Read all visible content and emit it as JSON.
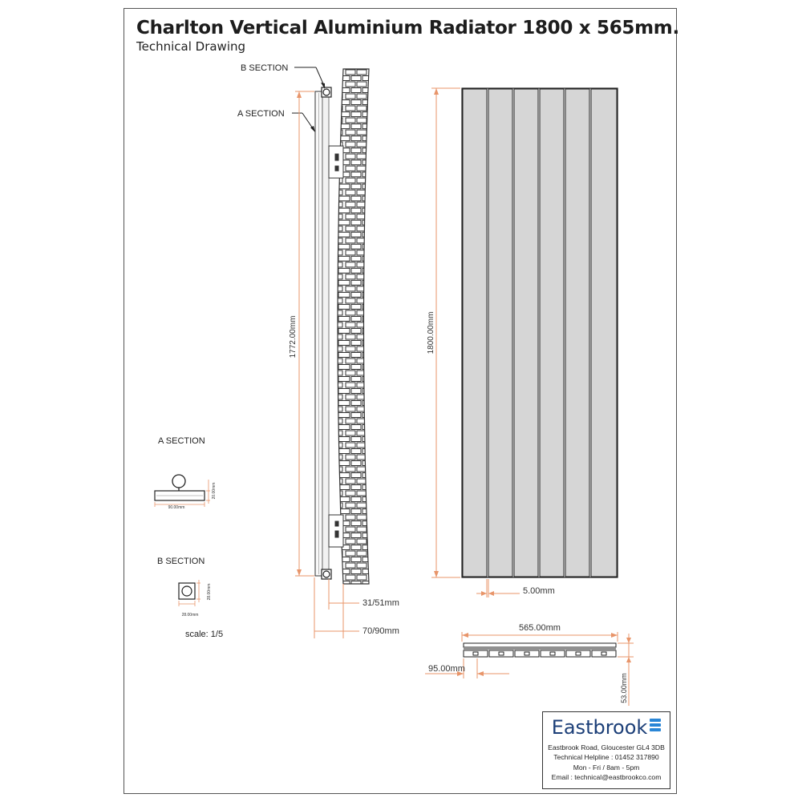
{
  "header": {
    "title": "Charlton Vertical Aluminium Radiator 1800 x 565mm.",
    "subtitle": "Technical Drawing"
  },
  "labels": {
    "b_section_top": "B SECTION",
    "a_section_top": "A SECTION",
    "a_section_detail": "A SECTION",
    "b_section_detail": "B SECTION",
    "scale": "scale: 1/5"
  },
  "dimensions": {
    "side_height": "1772.00mm",
    "front_height": "1800.00mm",
    "wall_gap": "31/51mm",
    "depth": "70/90mm",
    "bar_gap": "5.00mm",
    "width": "565.00mm",
    "bar_width": "95.00mm",
    "plan_depth": "53.00mm",
    "a_section_width": "90.00mm",
    "a_section_height": "20.00mm",
    "b_section_width": "28.00mm",
    "b_section_height": "28.00mm"
  },
  "company": {
    "name": "Eastbrook",
    "address": "Eastbrook Road, Gloucester GL4 3DB",
    "helpline": "Technical Helpline : 01452 317890",
    "hours": "Mon - Fri / 8am - 5pm",
    "email": "Email : technical@eastbrookco.com"
  },
  "colors": {
    "dimension": "#e8956a",
    "line": "#222222",
    "panel": "#d6d6d6",
    "brand": "#1c3f78",
    "brand_accent": "#2a86d6"
  }
}
